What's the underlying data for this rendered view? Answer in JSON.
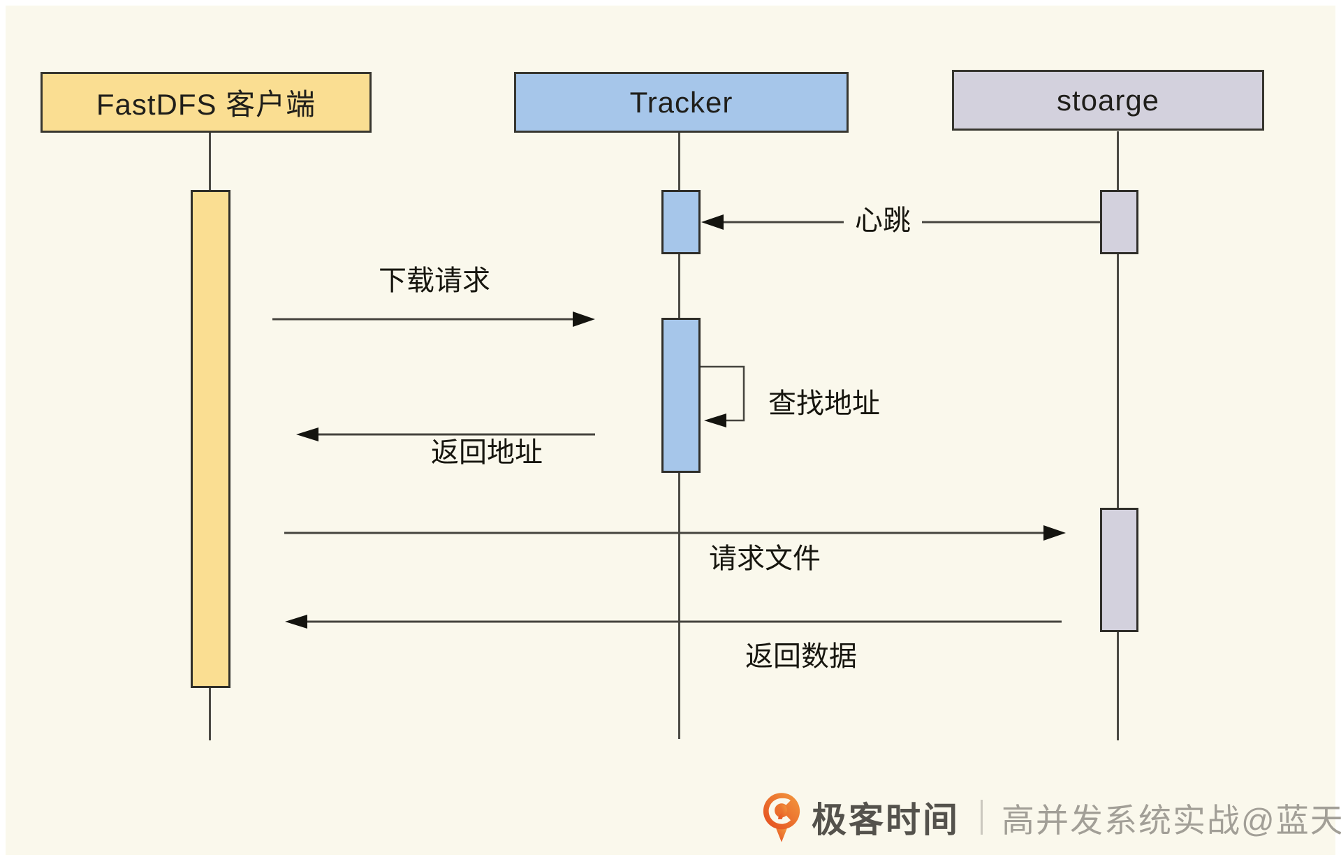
{
  "diagram": {
    "actors": {
      "client": {
        "label": "FastDFS 客户端",
        "fill": "#FADE92"
      },
      "tracker": {
        "label": "Tracker",
        "fill": "#A6C6EA"
      },
      "storage": {
        "label": "stoarge",
        "fill": "#D3D1DD"
      }
    },
    "messages": {
      "heartbeat": {
        "label": "心跳",
        "from": "storage",
        "to": "tracker"
      },
      "download_request": {
        "label": "下载请求",
        "from": "client",
        "to": "tracker"
      },
      "lookup_address": {
        "label": "查找地址",
        "from": "tracker",
        "to": "tracker"
      },
      "return_address": {
        "label": "返回地址",
        "from": "tracker",
        "to": "client"
      },
      "request_file": {
        "label": "请求文件",
        "from": "client",
        "to": "storage"
      },
      "return_data": {
        "label": "返回数据",
        "from": "storage",
        "to": "client"
      }
    }
  },
  "footer": {
    "brand": "极客时间",
    "divider": "|",
    "credit": "高并发系统实战@蓝天"
  },
  "colors": {
    "background": "#FAF8EC",
    "border": "#37362F",
    "line": "#45443E",
    "client_fill": "#FADE92",
    "tracker_fill": "#A6C6EA",
    "storage_fill": "#D3D1DD",
    "brand_text": "#54524C",
    "credit_text": "#A29F97",
    "logo_orange": "#EB5B25"
  }
}
